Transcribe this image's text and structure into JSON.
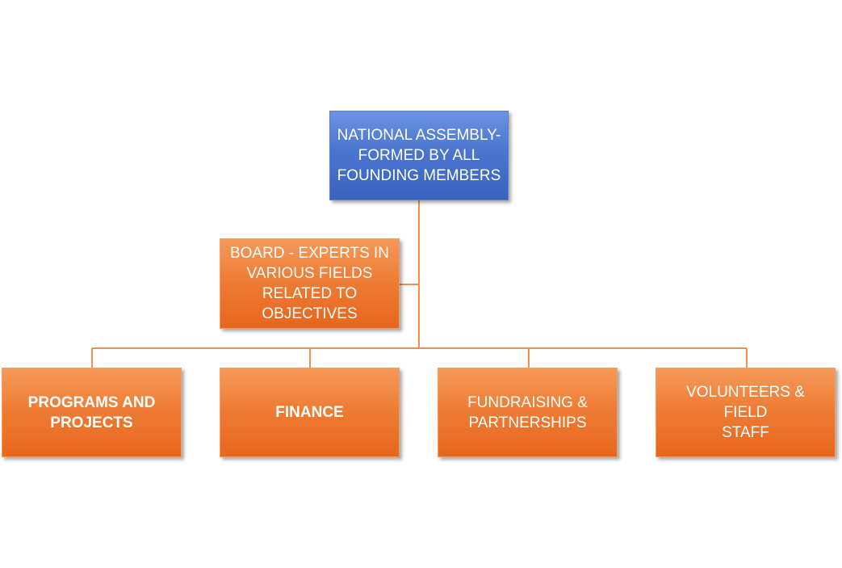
{
  "diagram": {
    "root": {
      "label": "NATIONAL ASSEMBLY-\nFORMED BY ALL\nFOUNDING MEMBERS",
      "color": "#4a76d0"
    },
    "assistant": {
      "label": "BOARD - EXPERTS IN\nVARIOUS FIELDS\nRELATED TO\nOBJECTIVES",
      "color": "#ee7d35"
    },
    "departments": [
      {
        "label": "PROGRAMS AND\nPROJECTS",
        "bold": true
      },
      {
        "label": "FINANCE",
        "bold": true
      },
      {
        "label": "FUNDRAISING &\nPARTNERSHIPS",
        "bold": false
      },
      {
        "label": "VOLUNTEERS & FIELD\nSTAFF",
        "bold": false
      }
    ],
    "connector_color": "#f0904f"
  }
}
